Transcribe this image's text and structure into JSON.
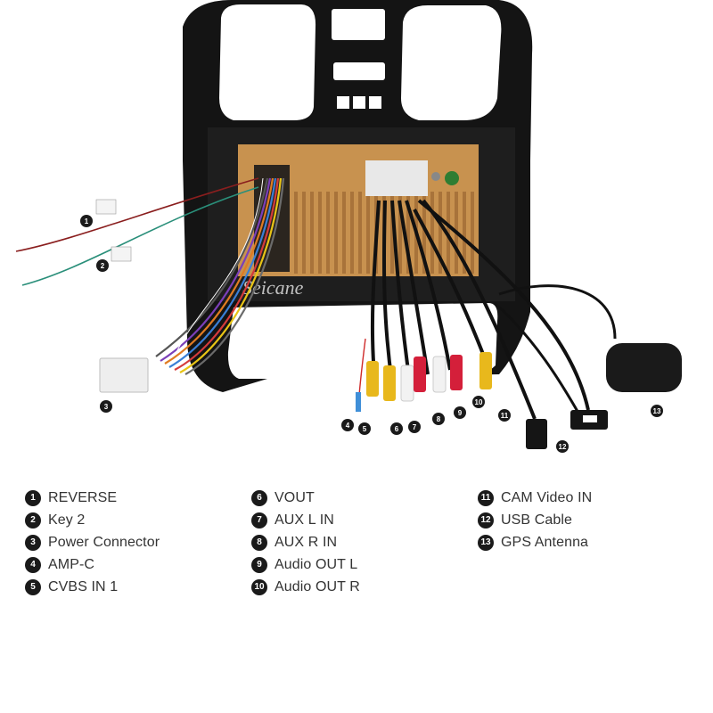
{
  "watermark": "Seicane",
  "callouts": [
    "1",
    "2",
    "3",
    "4",
    "5",
    "6",
    "7",
    "8",
    "9",
    "10",
    "11",
    "12",
    "13"
  ],
  "legend": {
    "columns": [
      [
        {
          "num": "1",
          "label": "REVERSE"
        },
        {
          "num": "2",
          "label": "Key 2"
        },
        {
          "num": "3",
          "label": "Power Connector"
        },
        {
          "num": "4",
          "label": "AMP-C"
        },
        {
          "num": "5",
          "label": "CVBS IN 1"
        }
      ],
      [
        {
          "num": "6",
          "label": "VOUT"
        },
        {
          "num": "7",
          "label": "AUX L IN"
        },
        {
          "num": "8",
          "label": "AUX R IN"
        },
        {
          "num": "9",
          "label": "Audio OUT L"
        },
        {
          "num": "10",
          "label": "Audio OUT R"
        }
      ],
      [
        {
          "num": "11",
          "label": "CAM Video IN"
        },
        {
          "num": "12",
          "label": "USB Cable"
        },
        {
          "num": "13",
          "label": "GPS Antenna"
        }
      ]
    ]
  },
  "colors": {
    "frame": "#141414",
    "board": "#c8924f",
    "red": "#d41f3a",
    "yellow": "#e8b81c",
    "white": "#f2f2f2",
    "badge": "#1a1a1a"
  }
}
